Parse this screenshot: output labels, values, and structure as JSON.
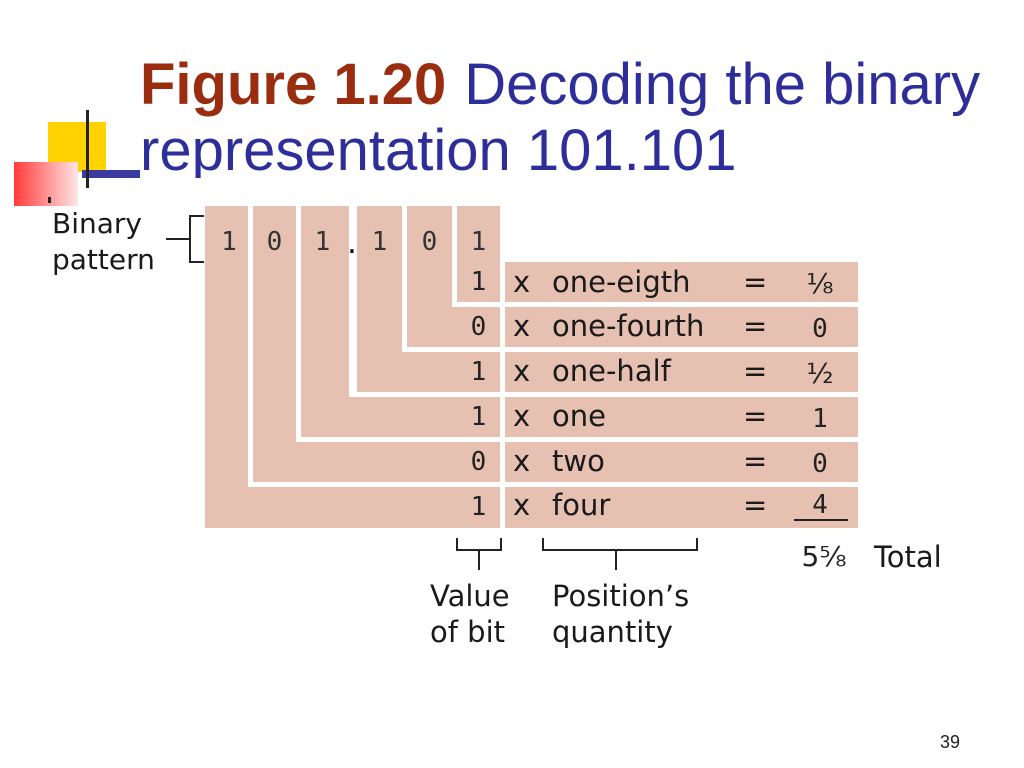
{
  "slide": {
    "title_figure": "Figure 1.20",
    "title_text": "Decoding the binary representation 101.101",
    "slide_number": "39"
  },
  "diagram": {
    "binary_pattern_label": [
      "Binary",
      "pattern"
    ],
    "bits": [
      "1",
      "0",
      "1",
      "1",
      "0",
      "1"
    ],
    "radix_point": ".",
    "rows": [
      {
        "bit": "1",
        "times": "x",
        "quantity": "one-eigth",
        "equals": "=",
        "value": "⅛"
      },
      {
        "bit": "0",
        "times": "x",
        "quantity": "one-fourth",
        "equals": "=",
        "value": "0"
      },
      {
        "bit": "1",
        "times": "x",
        "quantity": "one-half",
        "equals": "=",
        "value": "½"
      },
      {
        "bit": "1",
        "times": "x",
        "quantity": "one",
        "equals": "=",
        "value": "1"
      },
      {
        "bit": "0",
        "times": "x",
        "quantity": "two",
        "equals": "=",
        "value": "0"
      },
      {
        "bit": "1",
        "times": "x",
        "quantity": "four",
        "equals": "=",
        "value": "4"
      }
    ],
    "total_value": "5⅝",
    "total_label": "Total",
    "value_of_bit_label": [
      "Value",
      "of bit"
    ],
    "positions_quantity_label": [
      "Position’s",
      "quantity"
    ]
  },
  "colors": {
    "title_figure": "#9a2d0f",
    "title_text": "#2e2e9a",
    "diagram_fill": "#e6c0b1"
  }
}
